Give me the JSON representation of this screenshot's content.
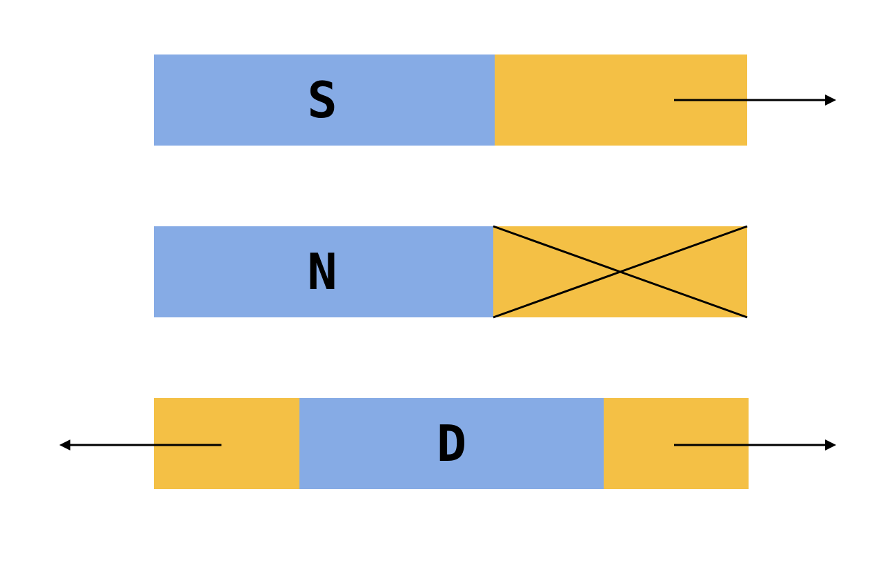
{
  "colors": {
    "background": "#ffffff",
    "blue_segment": "#86abe5",
    "yellow_segment": "#f4c045",
    "line": "#000000"
  },
  "rows": [
    {
      "label": "S",
      "ends": {
        "left": "none",
        "right": "arrow-right"
      }
    },
    {
      "label": "N",
      "ends": {
        "left": "none",
        "right": "crossed-out"
      }
    },
    {
      "label": "D",
      "ends": {
        "left": "arrow-left",
        "right": "arrow-right"
      }
    }
  ],
  "icons": [
    "arrow-right-icon",
    "cross-icon",
    "arrow-left-icon"
  ]
}
